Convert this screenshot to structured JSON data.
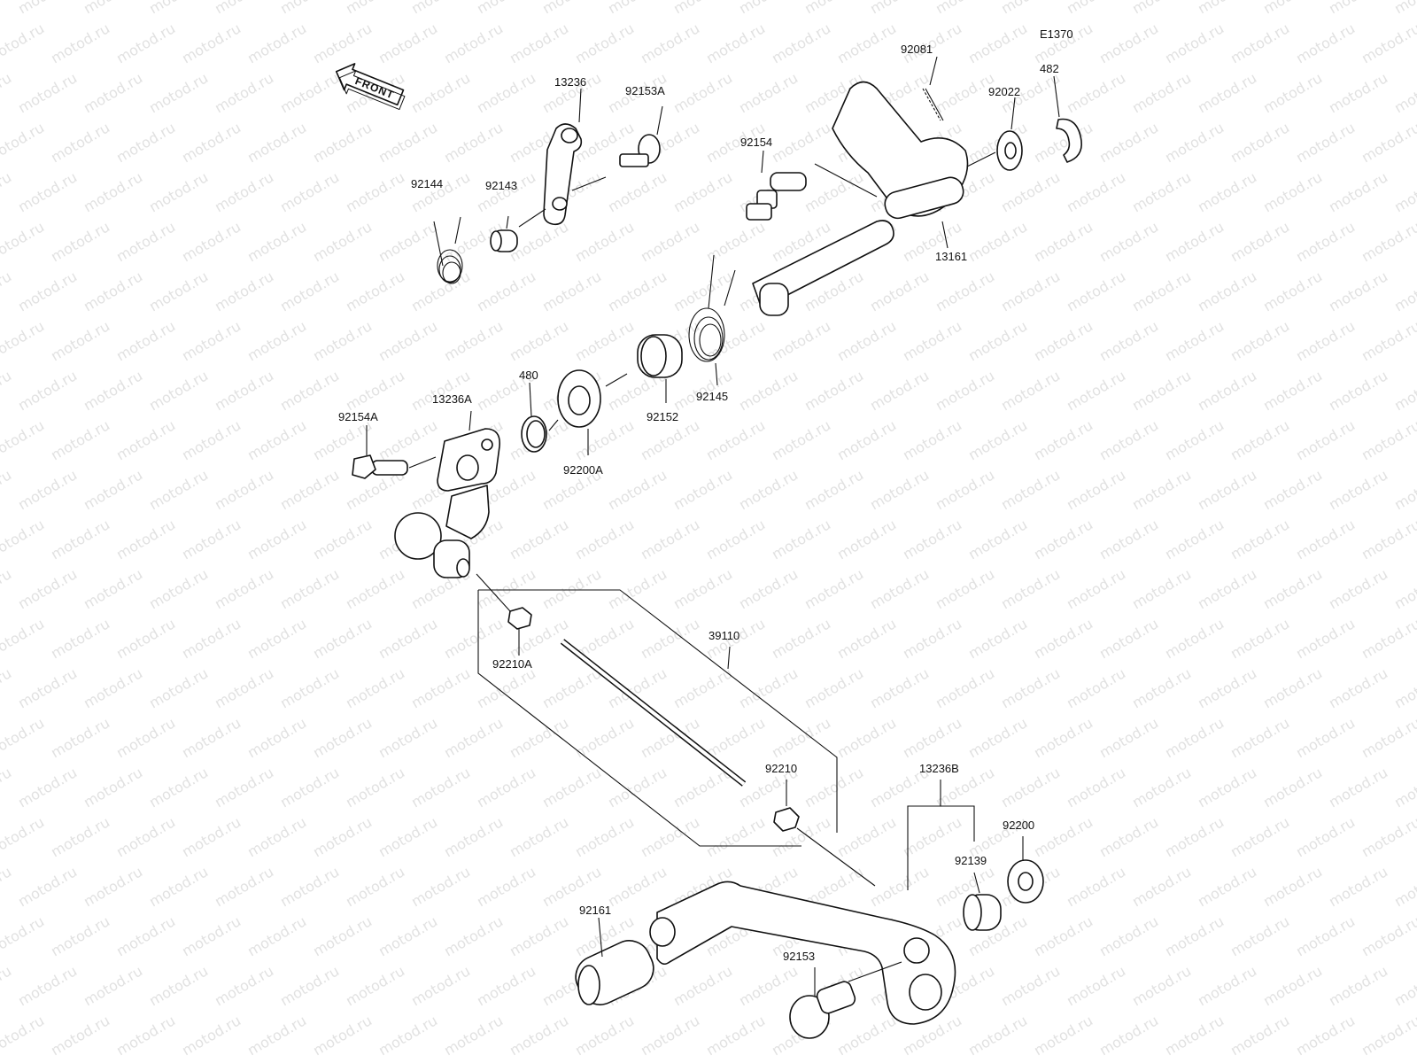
{
  "diagram_code": "E1370",
  "front_arrow_text": "FRONT",
  "watermark_text": "motod.ru",
  "parts": {
    "p13236": "13236",
    "p92153A": "92153A",
    "p92081": "92081",
    "p482": "482",
    "p92022": "92022",
    "p92144": "92144",
    "p92143": "92143",
    "p92154": "92154",
    "p13161": "13161",
    "p480": "480",
    "p13236A": "13236A",
    "p92154A": "92154A",
    "p92152": "92152",
    "p92145": "92145",
    "p92200A": "92200A",
    "p39110": "39110",
    "p92210A": "92210A",
    "p92210": "92210",
    "p13236B": "13236B",
    "p92200": "92200",
    "p92139": "92139",
    "p92161": "92161",
    "p92153": "92153"
  }
}
